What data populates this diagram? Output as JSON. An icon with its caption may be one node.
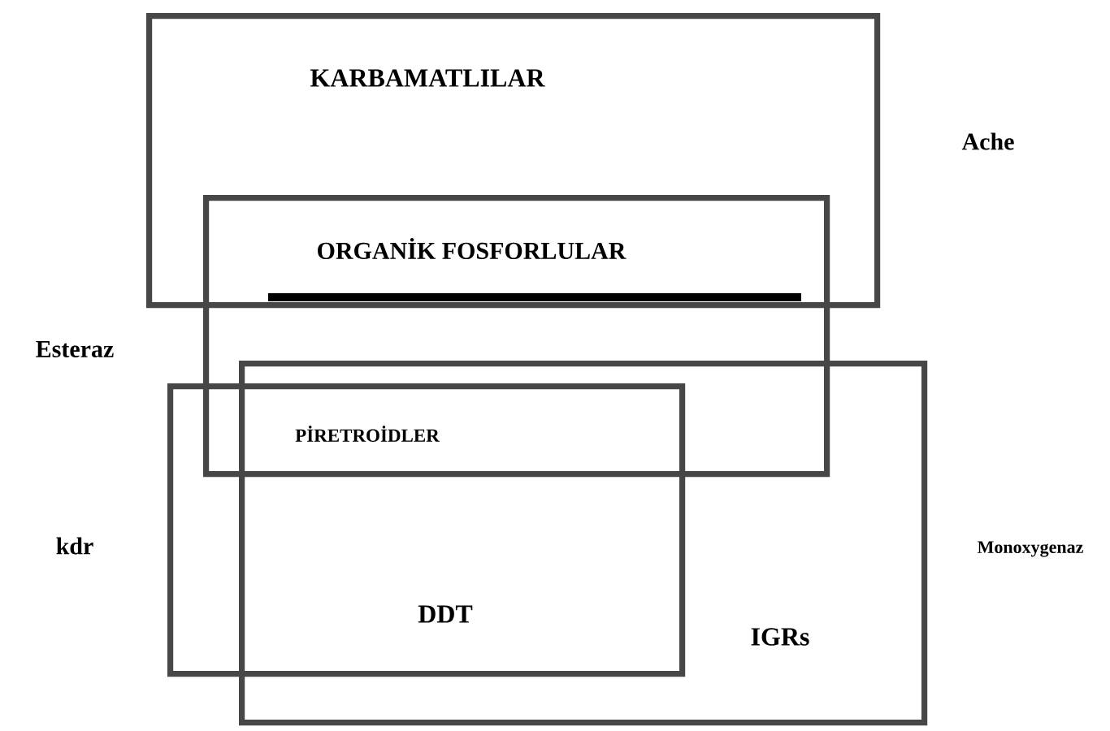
{
  "diagram": {
    "nodes": [
      {
        "text": [
          "KARBAMATLILAR"
        ]
      },
      {
        "text": [
          "ORGANİK FOSFORLULAR"
        ]
      },
      {
        "text": [
          "IGRs"
        ]
      },
      {
        "text": [
          "PİRETROİDLER",
          "DDT"
        ]
      }
    ],
    "labels": [
      "Ache",
      "Esteraz",
      "kdr",
      "Monoxygenaz"
    ]
  }
}
